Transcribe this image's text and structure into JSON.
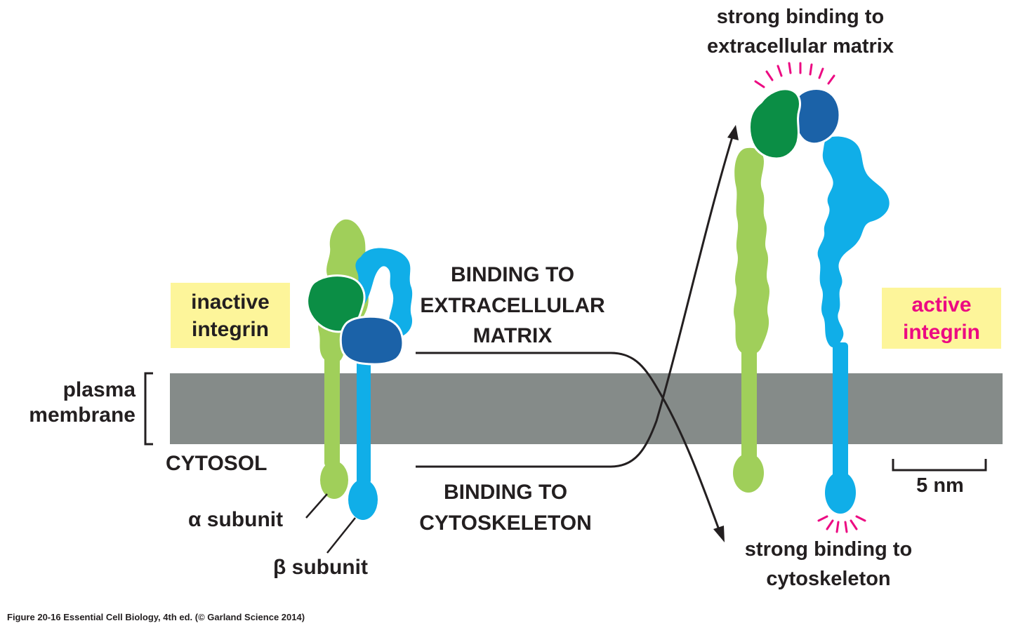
{
  "colors": {
    "alpha": "#a0cf5a",
    "alpha_head": "#0b8e45",
    "beta": "#10aee8",
    "beta_head": "#1b62a8",
    "membrane": "#858b89",
    "active_text": "#ec0a82",
    "highlight_box": "#fdf59a",
    "burst": "#ec0a82"
  },
  "labels": {
    "inactive": [
      "inactive",
      "integrin"
    ],
    "active": [
      "active",
      "integrin"
    ],
    "plasma_membrane": [
      "plasma",
      "membrane"
    ],
    "cytosol": "CYTOSOL",
    "alpha_subunit": "α subunit",
    "beta_subunit": "β subunit",
    "binding_ecm": [
      "BINDING TO",
      "EXTRACELLULAR",
      "MATRIX"
    ],
    "binding_cyto": [
      "BINDING TO",
      "CYTOSKELETON"
    ],
    "strong_ecm": [
      "strong binding to",
      "extracellular matrix"
    ],
    "strong_cyto": [
      "strong binding to",
      "cytoskeleton"
    ],
    "scale_bar": "5 nm"
  },
  "caption": "Figure 20-16  Essential Cell Biology, 4th ed. (© Garland Science 2014)"
}
